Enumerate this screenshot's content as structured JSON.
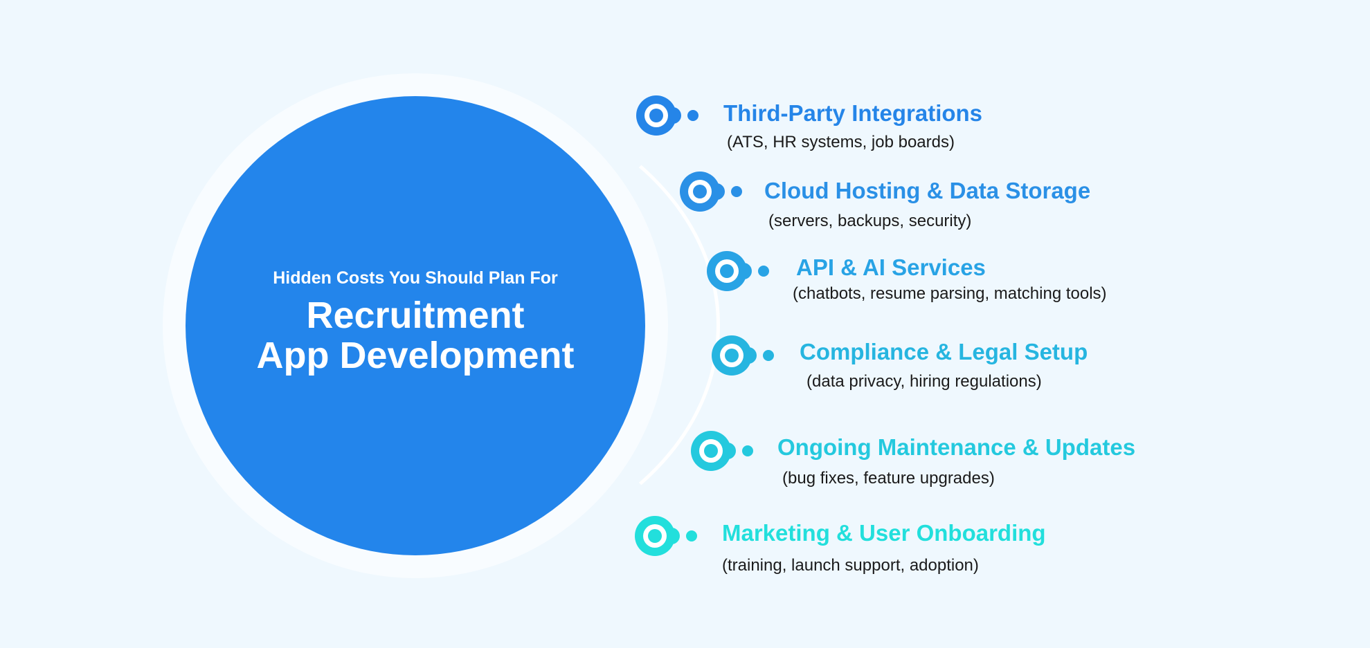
{
  "center": {
    "kicker": "Hidden Costs You Should Plan For",
    "headline_line1": "Recruitment",
    "headline_line2": "App Development",
    "color": "#2385eb"
  },
  "items": [
    {
      "title": "Third-Party Integrations",
      "subtitle": "(ATS, HR systems, job boards)",
      "color": "#2585e8",
      "icon": "target-pin-icon"
    },
    {
      "title": "Cloud Hosting & Data Storage",
      "subtitle": "(servers, backups, security)",
      "color": "#2a90e6",
      "icon": "target-pin-icon"
    },
    {
      "title": "API & AI Services",
      "subtitle": "(chatbots, resume parsing, matching tools)",
      "color": "#28a3e5",
      "icon": "target-pin-icon"
    },
    {
      "title": "Compliance & Legal Setup",
      "subtitle": "(data privacy, hiring regulations)",
      "color": "#26b5e0",
      "icon": "target-pin-icon"
    },
    {
      "title": "Ongoing Maintenance & Updates",
      "subtitle": "(bug fixes, feature upgrades)",
      "color": "#24c9de",
      "icon": "target-pin-icon"
    },
    {
      "title": "Marketing & User Onboarding",
      "subtitle": "(training, launch support, adoption)",
      "color": "#22dfdc",
      "icon": "target-pin-icon"
    }
  ],
  "background": "#eff8fe"
}
